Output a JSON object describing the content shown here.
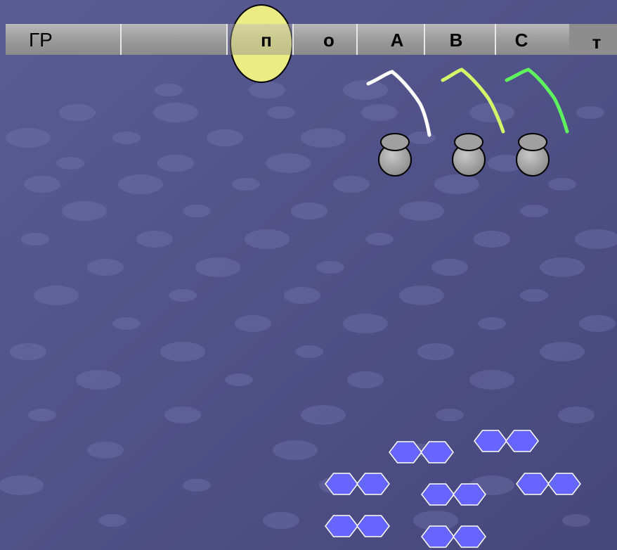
{
  "operon": {
    "segments": [
      {
        "id": "regulator",
        "label": "ГР"
      },
      {
        "id": "spacer",
        "label": ""
      },
      {
        "id": "promoter",
        "label": "п"
      },
      {
        "id": "operator",
        "label": "о"
      },
      {
        "id": "gene-a",
        "label": "А"
      },
      {
        "id": "gene-b",
        "label": "В"
      },
      {
        "id": "gene-c",
        "label": "С"
      },
      {
        "id": "terminator",
        "label": "т"
      }
    ]
  },
  "colors": {
    "background": "#4e4f86",
    "dna_bar": "#a6a6a6",
    "rna_polymerase": "#ecec84",
    "mrna_a": "#ffffff",
    "mrna_b": "#d4f76a",
    "mrna_c": "#5ef25e",
    "ribosome": "#9a9a9a",
    "molecule_fill": "#6666ff",
    "molecule_stroke": "#ffffff"
  },
  "ribosomes": [
    {
      "gene": "А"
    },
    {
      "gene": "В"
    },
    {
      "gene": "С"
    }
  ],
  "molecule_pairs_count": 7
}
